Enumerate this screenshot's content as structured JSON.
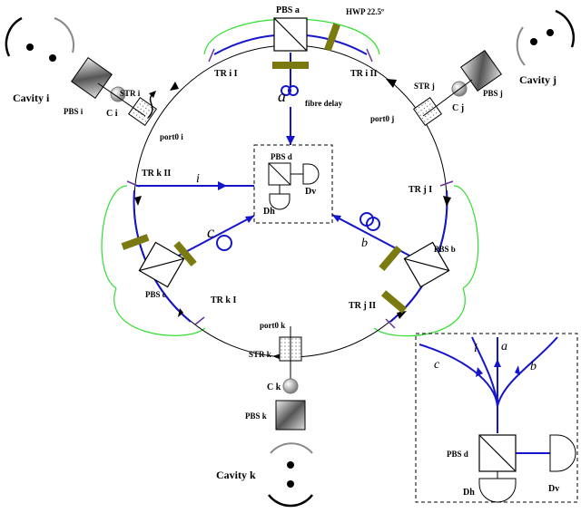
{
  "labels": {
    "pbs_a": "PBS a",
    "hwp": "HWP 22.5º",
    "tr_i_1": "TR i I",
    "tr_i_2": "TR i II",
    "tr_j_1": "TR j I",
    "tr_j_2": "TR j II",
    "tr_k_1": "TR k I",
    "tr_k_2": "TR k II",
    "fibre_delay": "fibre delay",
    "path_a": "a",
    "path_b": "b",
    "path_c": "c",
    "path_i": "i",
    "cavity_i": "Cavity i",
    "cavity_j": "Cavity j",
    "cavity_k": "Cavity k",
    "pbs_i": "PBS i",
    "pbs_j": "PBS j",
    "pbs_k": "PBS k",
    "pbs_b": "PBS b",
    "pbs_c": "PBS c",
    "pbs_d": "PBS d",
    "c_i": "C i",
    "c_j": "C j",
    "c_k": "C k",
    "str_i": "STR i",
    "str_j": "STR j",
    "str_k": "STR k",
    "port0_i": "port0 i",
    "port0_j": "port0 j",
    "port0_k": "port0 k",
    "dv": "Dv",
    "dh": "Dh"
  },
  "colors": {
    "beam": "#1515cc",
    "ring": "#000000",
    "cable": "#33dd33",
    "waveplate": "#7a7a10",
    "retarder": "#663399"
  }
}
